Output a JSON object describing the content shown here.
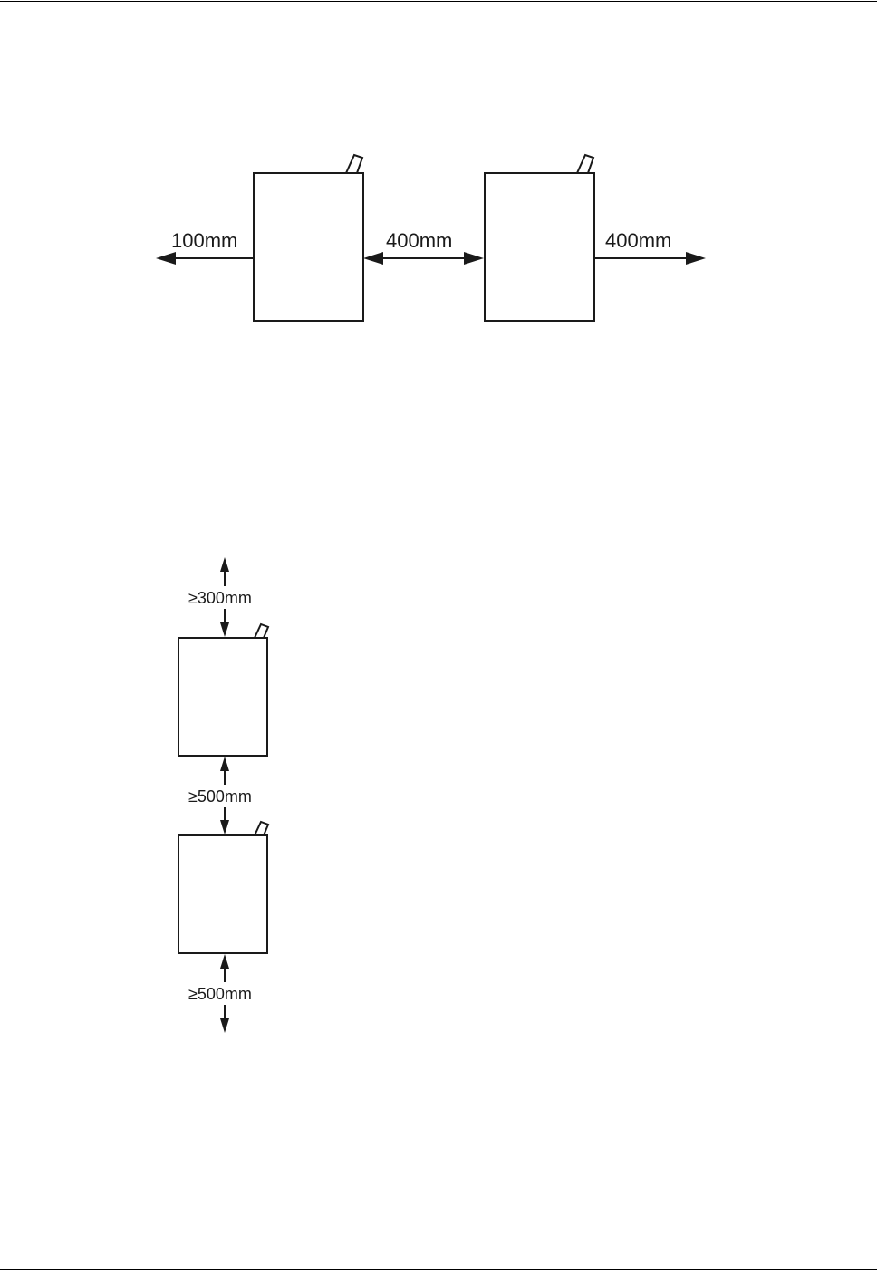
{
  "page": {
    "colors": {
      "line": "#1a1a1a",
      "background": "#ffffff"
    }
  },
  "side_by_side": {
    "left_clearance": "100mm",
    "between_clearance": "400mm",
    "right_clearance": "400mm"
  },
  "stacked": {
    "top_clearance": "≥300mm",
    "between_clearance": "≥500mm",
    "bottom_clearance": "≥500mm"
  }
}
